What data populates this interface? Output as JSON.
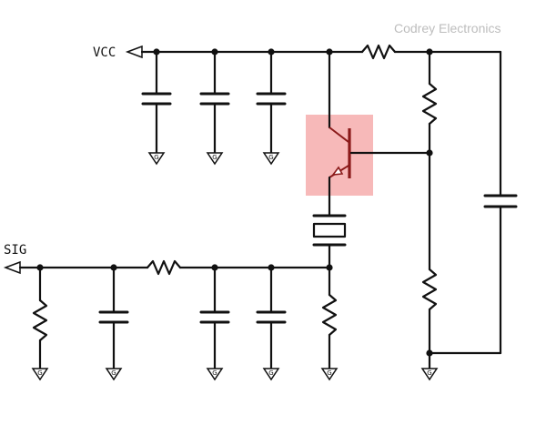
{
  "brand": "Codrey Electronics",
  "labels": {
    "vcc": "VCC",
    "sig": "SIG"
  },
  "ground_symbol_text": "G",
  "highlight_color": "#f7b9b9"
}
